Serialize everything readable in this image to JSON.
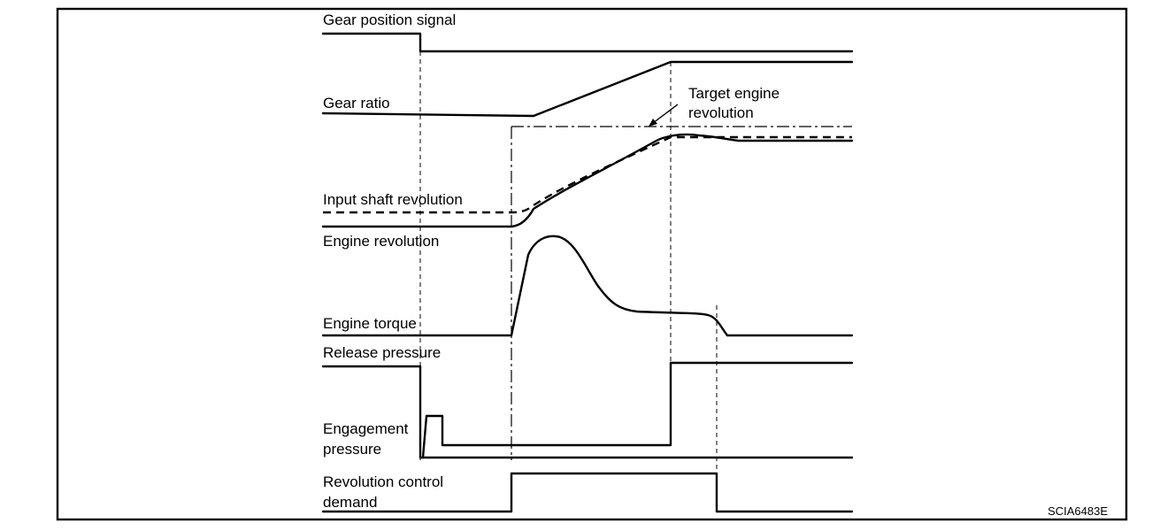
{
  "labels": {
    "gear_position_signal": "Gear position signal",
    "gear_ratio": "Gear ratio",
    "target_engine_line1": "Target engine",
    "target_engine_line2": "revolution",
    "input_shaft_revolution": "Input shaft revolution",
    "engine_revolution": "Engine revolution",
    "engine_torque": "Engine torque",
    "release_pressure": "Release pressure",
    "engagement_line1": "Engagement",
    "engagement_line2": "pressure",
    "revolution_control_line1": "Revolution control",
    "revolution_control_line2": "demand"
  },
  "figure_code": "SCIA6483E",
  "colors": {
    "line": "#000000",
    "background": "#ffffff"
  }
}
